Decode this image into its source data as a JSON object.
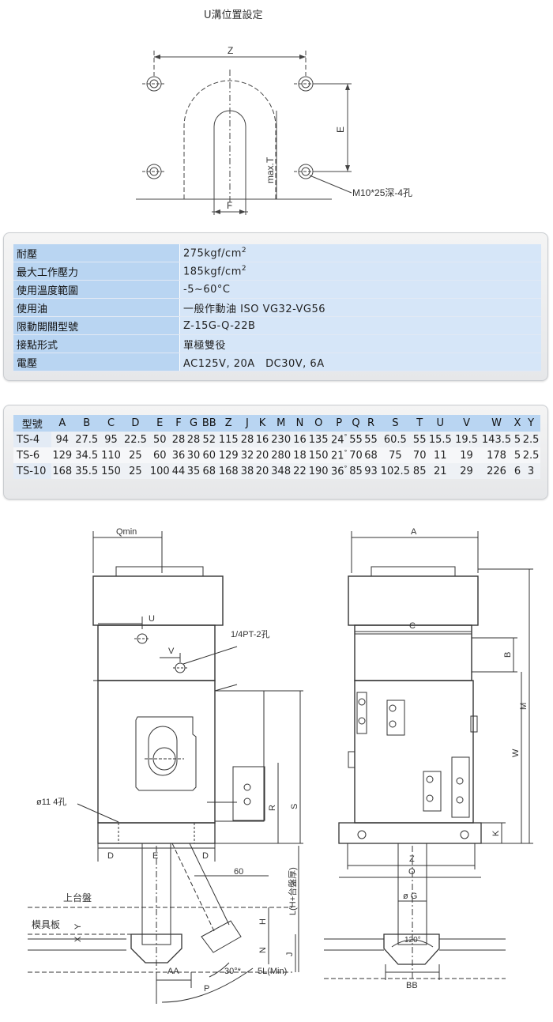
{
  "title": "U溝位置設定",
  "u_slot_labels": {
    "z": "Z",
    "e": "E",
    "f": "F",
    "max_t": "max.T",
    "holes": "M10*25深-4孔"
  },
  "spec": [
    {
      "key": "耐壓",
      "value": "275kgf/cm",
      "sup": "2"
    },
    {
      "key": "最大工作壓力",
      "value": "185kgf/cm",
      "sup": "2"
    },
    {
      "key": "使用溫度範圍",
      "value": "-5~60°C",
      "sup": ""
    },
    {
      "key": "使用油",
      "value": "一般作動油 ISO VG32-VG56",
      "sup": ""
    },
    {
      "key": "限動開關型號",
      "value": "Z-15G-Q-22B",
      "sup": ""
    },
    {
      "key": "接點形式",
      "value": "單極雙役",
      "sup": ""
    },
    {
      "key": "電壓",
      "value": "AC125V, 20A　DC30V, 6A",
      "sup": ""
    }
  ],
  "dim_table": {
    "headers": [
      "型號",
      "A",
      "B",
      "C",
      "D",
      "E",
      "F",
      "G",
      "BB",
      "Z",
      "J",
      "K",
      "M",
      "N",
      "O",
      "P",
      "Q",
      "R",
      "S",
      "T",
      "U",
      "V",
      "W",
      "X",
      "Y"
    ],
    "rows": [
      {
        "model": "TS-4",
        "cells": [
          "94",
          "27.5",
          "95",
          "22.5",
          "50",
          "28",
          "28",
          "52",
          "115",
          "28",
          "16",
          "230",
          "16",
          "135",
          "24",
          "55",
          "55",
          "60.5",
          "55",
          "15.5",
          "19.5",
          "143.5",
          "5",
          "2.5"
        ]
      },
      {
        "model": "TS-6",
        "cells": [
          "129",
          "34.5",
          "110",
          "25",
          "60",
          "36",
          "30",
          "60",
          "129",
          "32",
          "20",
          "280",
          "18",
          "150",
          "21",
          "70",
          "68",
          "75",
          "70",
          "11",
          "19",
          "178",
          "5",
          "2.5"
        ]
      },
      {
        "model": "TS-10",
        "cells": [
          "168",
          "35.5",
          "150",
          "25",
          "100",
          "44",
          "35",
          "68",
          "168",
          "38",
          "20",
          "348",
          "22",
          "190",
          "36",
          "85",
          "93",
          "102.5",
          "85",
          "21",
          "29",
          "226",
          "6",
          "3"
        ]
      }
    ],
    "p_degree_mark": "°"
  },
  "drawing_labels": {
    "qmin": "Qmin",
    "u": "U",
    "v": "V",
    "port": "1/4PT-2孔",
    "r": "R",
    "s": "S",
    "phi11": "ø11 4孔",
    "d": "D",
    "e": "E",
    "sixty": "60",
    "upper_plate": "上台盤",
    "mold_plate": "模具板",
    "y": "Y",
    "x": "X",
    "h": "H",
    "n": "N",
    "j": "J",
    "l_label": "L(H+台盤厚)",
    "aa": "AA",
    "angle30": "30°*",
    "five_l": "5L(Min)",
    "p": "P",
    "a": "A",
    "c": "C",
    "b": "B",
    "m": "M",
    "w": "W",
    "k": "K",
    "z": "Z",
    "o": "O",
    "phi_g": "ø G",
    "angle120": "120°",
    "bb": "BB"
  }
}
